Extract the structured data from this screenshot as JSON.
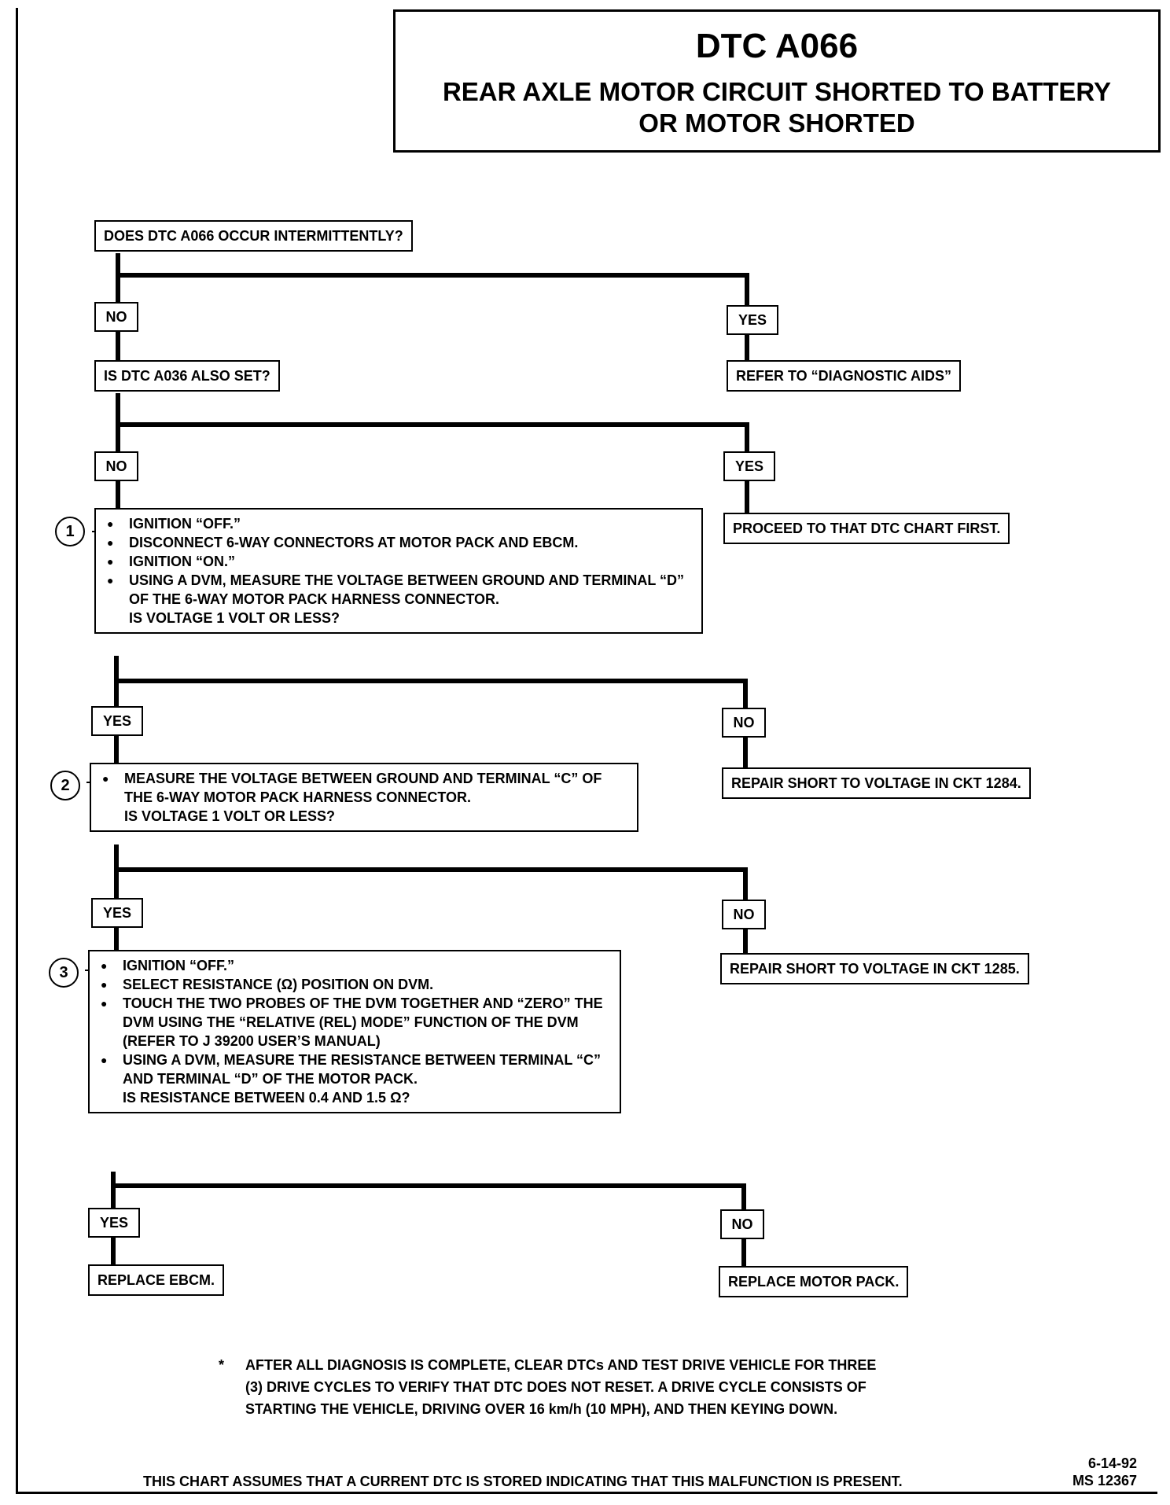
{
  "header": {
    "title": "DTC A066",
    "subtitle": "REAR AXLE MOTOR CIRCUIT SHORTED TO BATTERY\nOR MOTOR SHORTED"
  },
  "flow": {
    "q_intermittent": "DOES DTC A066 OCCUR INTERMITTENTLY?",
    "no_1": "NO",
    "yes_1": "YES",
    "q_a036": "IS DTC A036 ALSO SET?",
    "refer_diag": "REFER TO “DIAGNOSTIC AIDS”",
    "no_2": "NO",
    "yes_2": "YES",
    "proceed": "PROCEED TO THAT DTC CHART FIRST.",
    "step1": {
      "number": "1",
      "items": [
        "IGNITION “OFF.”",
        "DISCONNECT 6-WAY CONNECTORS AT MOTOR PACK AND EBCM.",
        "IGNITION “ON.”",
        "USING A DVM, MEASURE THE VOLTAGE BETWEEN GROUND AND TERMINAL “D” OF THE 6-WAY MOTOR PACK HARNESS CONNECTOR."
      ],
      "question": "IS VOLTAGE 1 VOLT OR LESS?"
    },
    "yes_3": "YES",
    "no_3": "NO",
    "repair_1284": "REPAIR SHORT TO VOLTAGE IN CKT 1284.",
    "step2": {
      "number": "2",
      "items": [
        "MEASURE THE VOLTAGE BETWEEN GROUND AND TERMINAL “C” OF THE 6-WAY MOTOR PACK HARNESS CONNECTOR."
      ],
      "question": "IS VOLTAGE 1 VOLT OR LESS?"
    },
    "yes_4": "YES",
    "no_4": "NO",
    "repair_1285": "REPAIR SHORT TO VOLTAGE IN CKT 1285.",
    "step3": {
      "number": "3",
      "items": [
        "IGNITION “OFF.”",
        "SELECT RESISTANCE (Ω) POSITION ON DVM.",
        "TOUCH THE TWO PROBES OF THE DVM TOGETHER AND “ZERO” THE DVM USING THE “RELATIVE (REL) MODE” FUNCTION OF THE DVM (REFER TO J 39200 USER’S MANUAL)",
        "USING A DVM, MEASURE THE RESISTANCE BETWEEN TERMINAL “C” AND TERMINAL “D” OF THE MOTOR PACK."
      ],
      "question": "IS RESISTANCE BETWEEN 0.4 AND 1.5 Ω?"
    },
    "yes_5": "YES",
    "no_5": "NO",
    "replace_ebcm": "REPLACE EBCM.",
    "replace_motor": "REPLACE MOTOR PACK."
  },
  "note": {
    "marker": "*",
    "text": "AFTER ALL DIAGNOSIS IS COMPLETE, CLEAR DTCs AND TEST DRIVE VEHICLE FOR THREE\n(3) DRIVE CYCLES TO VERIFY THAT DTC DOES NOT RESET.  A DRIVE CYCLE CONSISTS OF\nSTARTING THE VEHICLE, DRIVING OVER 16 km/h (10 MPH), AND THEN KEYING DOWN."
  },
  "footer": {
    "assumption": "THIS CHART ASSUMES THAT A CURRENT DTC IS STORED INDICATING THAT THIS MALFUNCTION IS PRESENT.",
    "date": "6-14-92",
    "ms": "MS 12367"
  }
}
